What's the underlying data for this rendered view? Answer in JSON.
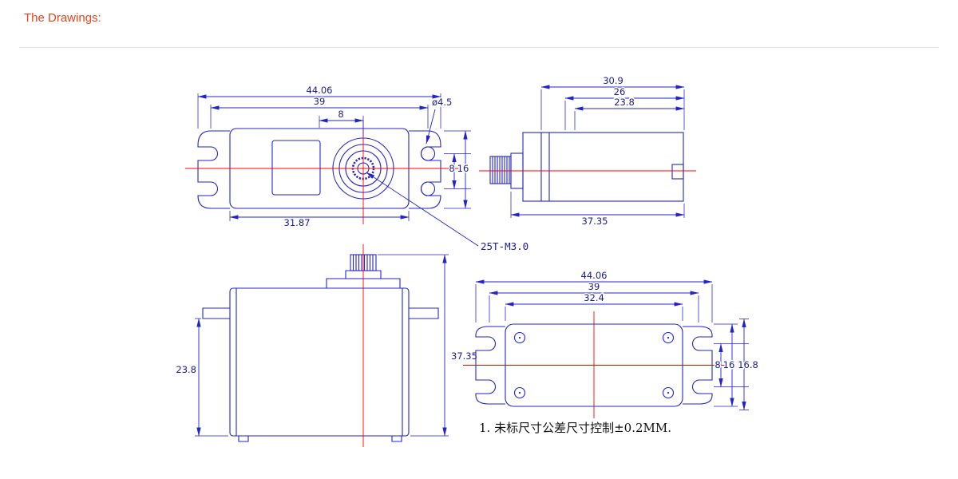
{
  "header": {
    "title": "The Drawings:"
  },
  "colors": {
    "line": "#2323cc",
    "centerline": "#ff0000",
    "dimtext": "#1b1b8f",
    "title": "#e8431c",
    "note": "#111111",
    "divider": "#e2e2e2"
  },
  "views": {
    "top": {
      "dims": {
        "total_width": "44.06",
        "mount_width": "39",
        "shaft_offset": "8",
        "hole_diameter": "ø4.5",
        "body_width": "31.87",
        "side_8": "8",
        "side_16": "16"
      },
      "spline_label": "25T-M3.0"
    },
    "side": {
      "dims": {
        "depth_total": "30.9",
        "depth_26": "26",
        "depth_238": "23.8",
        "length": "37.35"
      }
    },
    "front": {
      "dims": {
        "height": "37.35",
        "lower_height": "23.8"
      }
    },
    "bottom": {
      "dims": {
        "total_width": "44.06",
        "mount_width": "39",
        "body_width": "32.4",
        "side_8": "8",
        "side_16": "16",
        "side_168": "16.8"
      }
    }
  },
  "note": {
    "text": "1. 未标尺寸公差尺寸控制±0.2MM."
  }
}
